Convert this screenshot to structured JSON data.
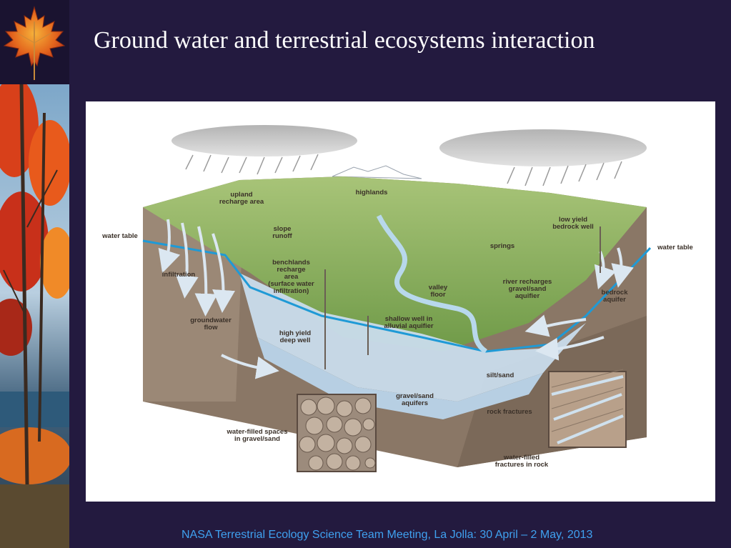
{
  "slide": {
    "title": "Ground water and terrestrial ecosystems interaction",
    "footer": "NASA Terrestrial Ecology Science Team Meeting, La Jolla:  30 April – 2 May,  2013"
  },
  "diagram": {
    "labels": {
      "upland": "upland\nrecharge area",
      "highlands": "highlands",
      "water_table_left": "water table",
      "water_table_right": "water table",
      "slope_runoff": "slope\nrunoff",
      "low_yield": "low yield\nbedrock well",
      "springs": "springs",
      "infiltration": "infiltration",
      "benchlands": "benchlands\nrecharge\narea\n(surface water\ninfiltration)",
      "valley_floor": "valley\nfloor",
      "river_recharges": "river recharges\ngravel/sand\naquifier",
      "bedrock_aquifer": "bedrock\naquifer",
      "groundwater_flow": "groundwater\nflow",
      "shallow_well": "shallow well in\nalluvial aquifier",
      "high_yield": "high yield\ndeep well",
      "silt_sand": "silt/sand",
      "gravel_sand": "gravel/sand\naquifers",
      "rock_fractures": "rock fractures",
      "water_filled_spaces": "water-filled spaces\nin gravel/sand",
      "water_filled_fractures": "water-filled\nfractures in rock"
    },
    "colors": {
      "water": "#1f9ad6",
      "ground_water": "#c9dcec",
      "rock": "#8a7766",
      "terrain": "#8fb060",
      "slide_bg": "#231a3f",
      "footer_text": "#3fa1f0"
    },
    "icons": [
      "maple-leaf-icon",
      "rain-cloud-icon",
      "well-icon",
      "arrow-icon"
    ]
  }
}
